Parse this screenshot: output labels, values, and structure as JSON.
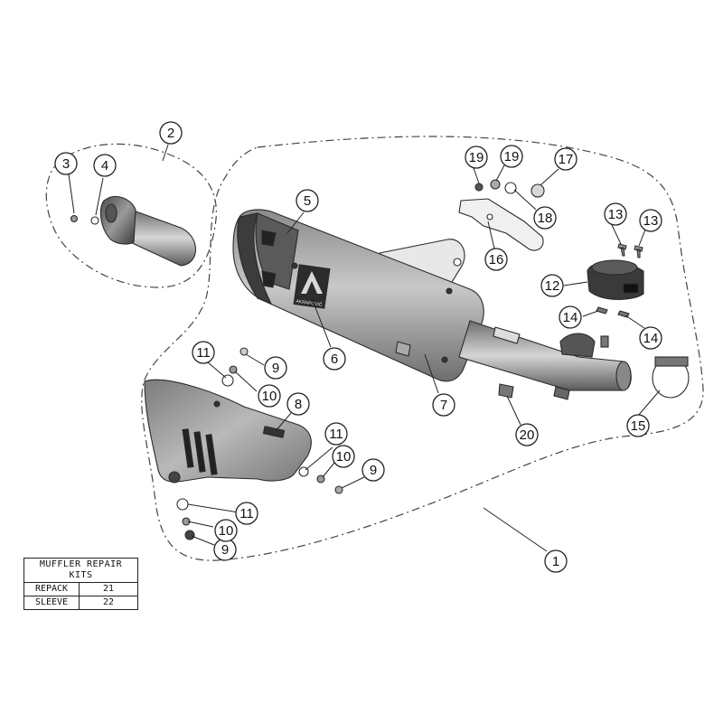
{
  "callouts": [
    {
      "label": "1"
    },
    {
      "label": "2"
    },
    {
      "label": "3"
    },
    {
      "label": "4"
    },
    {
      "label": "5"
    },
    {
      "label": "6"
    },
    {
      "label": "7"
    },
    {
      "label": "8"
    },
    {
      "label": "9"
    },
    {
      "label": "9"
    },
    {
      "label": "9"
    },
    {
      "label": "10"
    },
    {
      "label": "10"
    },
    {
      "label": "10"
    },
    {
      "label": "11"
    },
    {
      "label": "11"
    },
    {
      "label": "11"
    },
    {
      "label": "12"
    },
    {
      "label": "13"
    },
    {
      "label": "13"
    },
    {
      "label": "14"
    },
    {
      "label": "14"
    },
    {
      "label": "15"
    },
    {
      "label": "16"
    },
    {
      "label": "17"
    },
    {
      "label": "18"
    },
    {
      "label": "19"
    },
    {
      "label": "19"
    },
    {
      "label": "20"
    }
  ],
  "repair_kits": {
    "title": "MUFFLER REPAIR KITS",
    "rows": [
      {
        "name": "REPACK",
        "number": "21"
      },
      {
        "name": "SLEEVE",
        "number": "22"
      }
    ]
  },
  "logo": {
    "text": "AKRAPOVIČ"
  }
}
